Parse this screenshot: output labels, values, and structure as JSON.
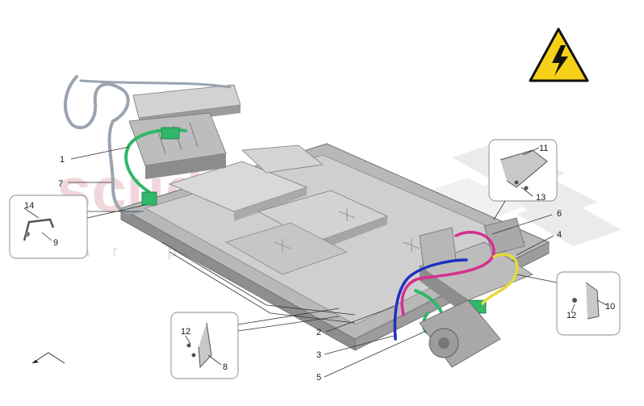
{
  "watermark": {
    "brand": "scuderia",
    "sub": "car parts"
  },
  "warning_sign": {
    "icon": "high-voltage-warning-icon",
    "fill": "#f7d117",
    "stroke": "#111111"
  },
  "callouts": {
    "c1": "1",
    "c2": "2",
    "c3": "3",
    "c4": "4",
    "c5": "5",
    "c6": "6",
    "c7": "7",
    "c8": "8",
    "c9": "9",
    "c10": "10",
    "c11": "11",
    "c12a": "12",
    "c12b": "12",
    "c13": "13",
    "c14": "14"
  },
  "colors": {
    "battery": "#c9c9c9",
    "battery_dark": "#8e8e8e",
    "cable_green": "#2fb86a",
    "cable_magenta": "#d62f8f",
    "cable_yellow": "#e6d83a",
    "cable_blue": "#1f2fbf",
    "cable_grey": "#9aa4b0"
  }
}
